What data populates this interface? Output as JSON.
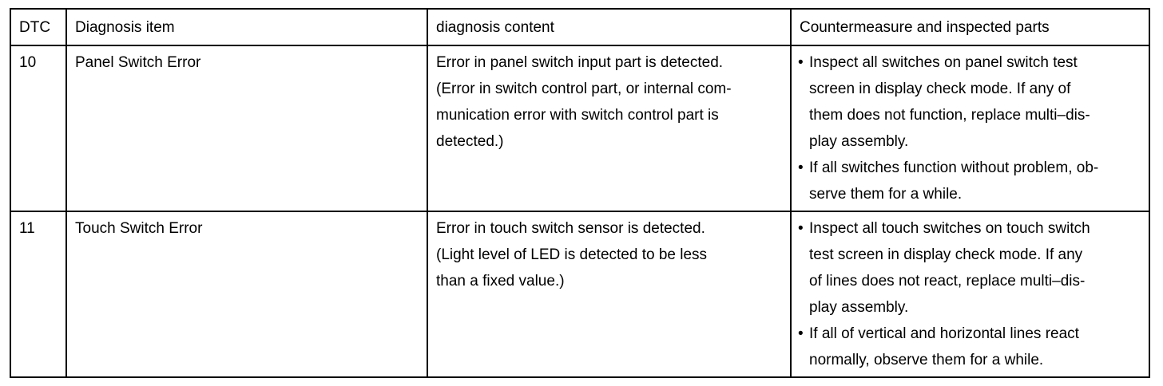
{
  "table": {
    "headers": [
      "DTC",
      "Diagnosis item",
      "diagnosis content",
      "Countermeasure and inspected parts"
    ],
    "bullet": "•",
    "rows": [
      {
        "dtc": "10",
        "item": "Panel Switch Error",
        "content": [
          "Error in panel switch input part is detected.",
          "(Error in switch control part, or internal com-",
          "munication error with switch control part is",
          "detected.)"
        ],
        "measures": [
          [
            "Inspect all switches on panel switch test",
            "screen in display check mode. If any of",
            "them does not function, replace multi–dis-",
            "play assembly."
          ],
          [
            "If all switches function without problem, ob-",
            "serve them for a while."
          ]
        ]
      },
      {
        "dtc": "11",
        "item": "Touch Switch Error",
        "content": [
          "Error in touch switch sensor is detected.",
          "(Light level  of LED is detected to be less",
          "than a fixed value.)"
        ],
        "measures": [
          [
            "Inspect all touch switches on touch switch",
            "test screen in display check mode. If any",
            "of lines does not react, replace multi–dis-",
            "play assembly."
          ],
          [
            "If all of vertical and horizontal lines react",
            "normally, observe them for a while."
          ]
        ]
      }
    ]
  }
}
